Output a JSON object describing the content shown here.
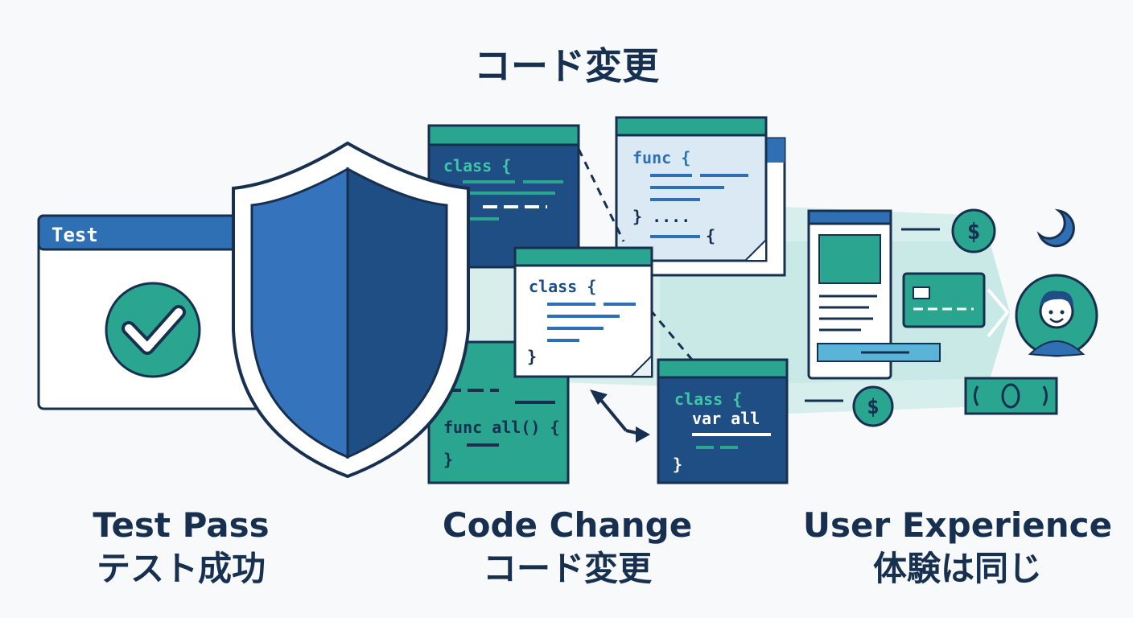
{
  "title": "コード変更",
  "test_window": {
    "title": "Test"
  },
  "code_snippets": {
    "class_open": "class {",
    "func_open": "func {",
    "func_all": "func all() {",
    "var_all": "var all",
    "close_brace": "}",
    "ellipsis": "} ....",
    "brace_open": "{"
  },
  "captions": [
    {
      "en": "Test Pass",
      "ja": "テスト成功"
    },
    {
      "en": "Code Change",
      "ja": "コード変更"
    },
    {
      "en": "User Experience",
      "ja": "体験は同じ"
    }
  ],
  "colors": {
    "navy": "#17304f",
    "blue": "#2f6fb3",
    "teal": "#2aa58f",
    "mint": "#bfe6e2",
    "light_blue": "#dbe9f5"
  },
  "icons": [
    "check-icon",
    "shield-icon",
    "dollar-icon",
    "credit-card-icon",
    "banknote-icon",
    "user-avatar-icon",
    "moon-icon",
    "arrow-icon"
  ]
}
